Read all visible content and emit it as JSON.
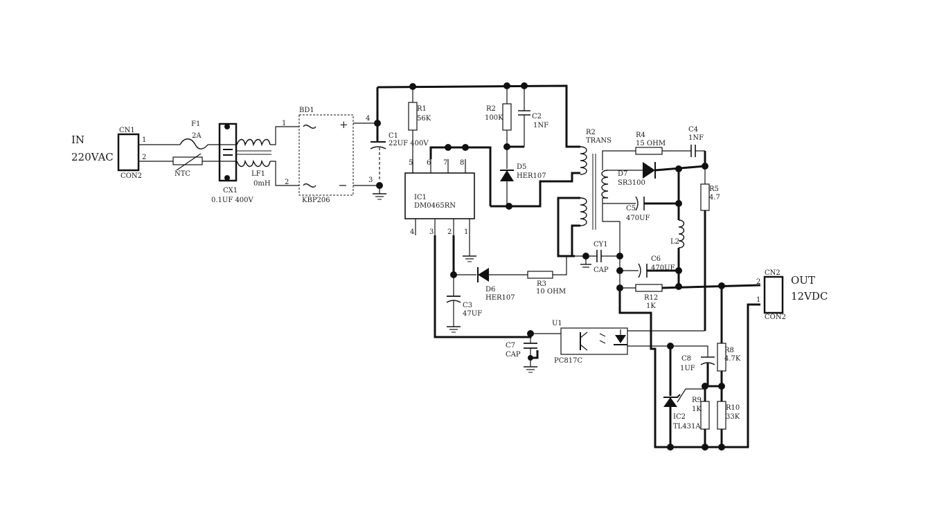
{
  "input": {
    "label": "IN",
    "voltage": "220VAC"
  },
  "output": {
    "label": "OUT",
    "voltage": "12VDC"
  },
  "components": {
    "cn1": {
      "ref": "CN1",
      "value": "CON2",
      "pin1": "1",
      "pin2": "2"
    },
    "f1": {
      "ref": "F1",
      "value": "2A"
    },
    "ntc": {
      "ref": "NTC",
      "value": ""
    },
    "cx1": {
      "ref": "CX1",
      "value": "0.1UF 400V"
    },
    "lf1": {
      "ref": "LF1",
      "value": "0mH",
      "pin1": "1",
      "pin2": "2"
    },
    "bd1": {
      "ref": "BD1",
      "value": "KBP206",
      "pin3": "3",
      "pin4": "4",
      "plus": "+"
    },
    "c1": {
      "ref": "C1",
      "value": "22UF 400V"
    },
    "r1": {
      "ref": "R1",
      "value": "56K"
    },
    "r2": {
      "ref": "R2",
      "value": "100K"
    },
    "c2": {
      "ref": "C2",
      "value": "1NF"
    },
    "d5": {
      "ref": "D5",
      "value": "HER107"
    },
    "ic1": {
      "ref": "IC1",
      "value": "DM0465RN",
      "pins": [
        "5",
        "6",
        "7",
        "8",
        "4",
        "3",
        "2",
        "1"
      ]
    },
    "t1": {
      "ref": "R2",
      "value": "TRANS"
    },
    "r4": {
      "ref": "R4",
      "value": "15 OHM"
    },
    "c4": {
      "ref": "C4",
      "value": "1NF"
    },
    "d7": {
      "ref": "D7",
      "value": "SR3100"
    },
    "c5": {
      "ref": "C5",
      "value": "470UF"
    },
    "r5": {
      "ref": "R5",
      "value": "4.7"
    },
    "l2": {
      "ref": "L2",
      "value": ""
    },
    "cy1": {
      "ref": "CY1",
      "value": "CAP"
    },
    "c6": {
      "ref": "C6",
      "value": "470UF"
    },
    "r12": {
      "ref": "R12",
      "value": "1K"
    },
    "cn2": {
      "ref": "CN2",
      "value": "CON2",
      "pin1": "1",
      "pin2": "2"
    },
    "d6": {
      "ref": "D6",
      "value": "HER107"
    },
    "r3": {
      "ref": "R3",
      "value": "10 OHM"
    },
    "c3": {
      "ref": "C3",
      "value": "47UF"
    },
    "u1": {
      "ref": "U1",
      "value": "PC817C"
    },
    "c7": {
      "ref": "C7",
      "value": "CAP"
    },
    "c8": {
      "ref": "C8",
      "value": "1UF"
    },
    "r8": {
      "ref": "R8",
      "value": "4.7K"
    },
    "r9": {
      "ref": "R9",
      "value": "1K"
    },
    "r10": {
      "ref": "R10",
      "value": "33K"
    },
    "ic2": {
      "ref": "IC2",
      "value": "TL431A"
    }
  }
}
